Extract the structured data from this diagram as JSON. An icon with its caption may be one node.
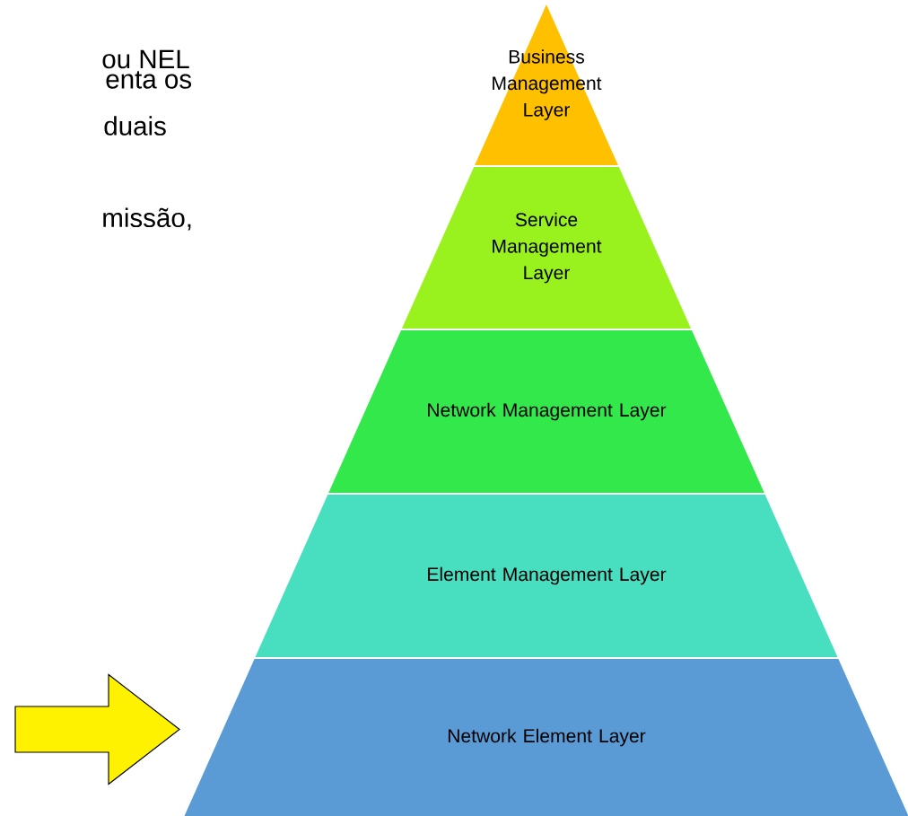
{
  "diagram": {
    "nodes": [
      {
        "text": [
          "Business Management Layer"
        ]
      },
      {
        "text": [
          "Service Management Layer"
        ]
      },
      {
        "text": [
          "Network Management Layer"
        ]
      },
      {
        "text": [
          "Element Management Layer"
        ]
      },
      {
        "text": [
          "Network Element Layer"
        ]
      }
    ],
    "edges": [
      {
        "from": null,
        "to": 4,
        "arrow": "to"
      }
    ],
    "labels": [
      "ou NEL",
      "enta os",
      "duais",
      "missão,"
    ]
  }
}
